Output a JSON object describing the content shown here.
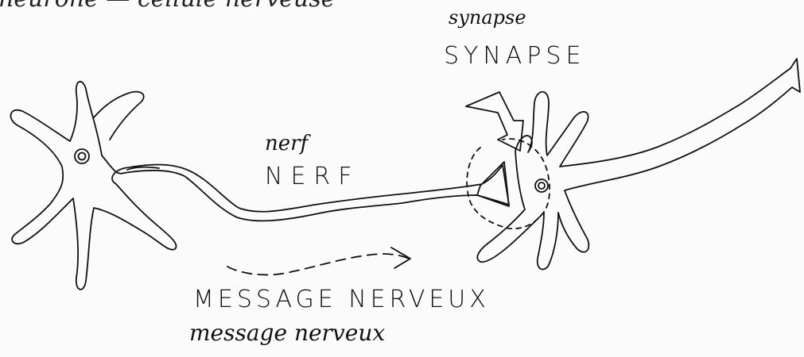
{
  "diagram": {
    "top_text": "neurone — cellule nerveuse",
    "labels": {
      "synapse_cursive": "synapse",
      "synapse_caps": "SYNAPSE",
      "nerf_cursive": "nerf",
      "nerf_caps": "NERF",
      "message_caps": "MESSAGE NERVEUX",
      "message_cursive": "message nerveux"
    }
  },
  "colors": {
    "ink": "#111111",
    "paper": "#fbfbfb"
  }
}
